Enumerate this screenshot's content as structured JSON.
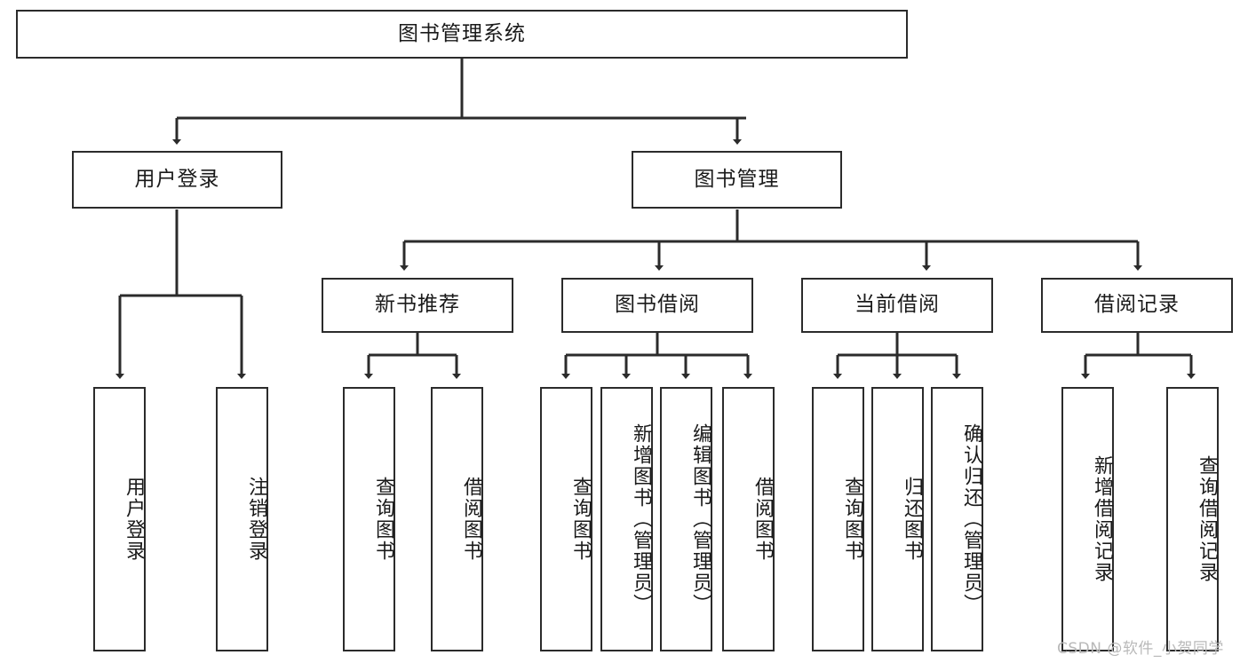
{
  "diagram": {
    "title": "图书管理系统",
    "type": "hierarchy-tree",
    "background_color": "#ffffff",
    "line_color": "#2b2b2b",
    "text_color": "#1a1a1a"
  },
  "levels": {
    "root": {
      "label": "图书管理系统"
    },
    "level2": [
      {
        "label": "用户登录"
      },
      {
        "label": "图书管理"
      }
    ],
    "level3": [
      {
        "label": "新书推荐"
      },
      {
        "label": "图书借阅"
      },
      {
        "label": "当前借阅"
      },
      {
        "label": "借阅记录"
      }
    ],
    "leaves": {
      "user_login": [
        {
          "label": "用户登录"
        },
        {
          "label": "注销登录"
        }
      ],
      "new_book_recommend": [
        {
          "label": "查询图书"
        },
        {
          "label": "借阅图书"
        }
      ],
      "book_borrow": [
        {
          "label": "查询图书"
        },
        {
          "label": "新增图书（管理员）"
        },
        {
          "label": "编辑图书（管理员）"
        },
        {
          "label": "借阅图书"
        }
      ],
      "current_borrow": [
        {
          "label": "查询图书"
        },
        {
          "label": "归还图书"
        },
        {
          "label": "确认归还（管理员）"
        }
      ],
      "borrow_record": [
        {
          "label": "新增借阅记录"
        },
        {
          "label": "查询借阅记录"
        }
      ]
    }
  },
  "watermark": {
    "text": "CSDN @软件_小贺同学"
  }
}
